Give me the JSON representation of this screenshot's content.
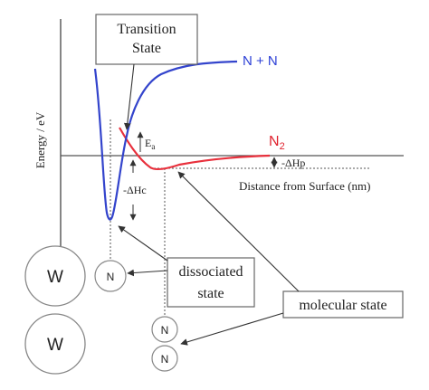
{
  "diagram": {
    "y_axis_label": "Energy / eV",
    "x_axis_label": "Distance from Surface (nm)",
    "transition_state_line1": "Transition",
    "transition_state_line2": "State",
    "curve_n_plus_n_label": "N + N",
    "curve_n2_label_main": "N",
    "curve_n2_label_sub": "2",
    "ea_label_main": "E",
    "ea_label_sub": "a",
    "delta_hc_label": "-ΔHc",
    "delta_hp_label": "-ΔHp",
    "dissociated_line1": "dissociated",
    "dissociated_line2": "state",
    "molecular_state_label": "molecular state",
    "surface_atom_top": "W",
    "surface_atom_bottom": "W",
    "dissociated_atom": "N",
    "molecular_atom_top": "N",
    "molecular_atom_bottom": "N",
    "colors": {
      "n_plus_n_curve": "#3344cc",
      "n2_curve": "#e8303c",
      "line": "#333333",
      "label_blue": "#2c3fd6",
      "label_red": "#e0222e"
    }
  }
}
